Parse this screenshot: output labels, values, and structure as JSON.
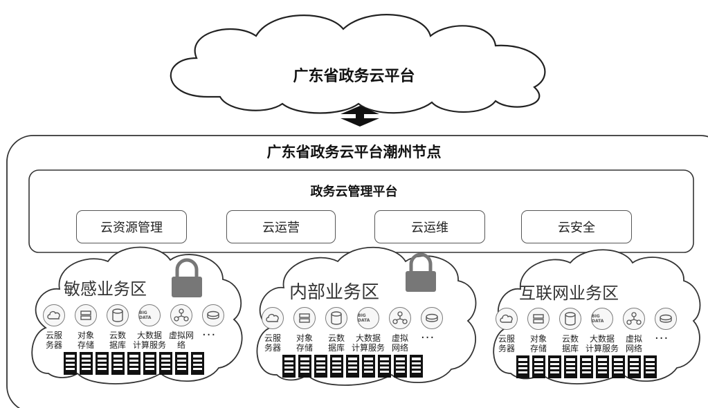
{
  "top_cloud": {
    "title": "广东省政务云平台"
  },
  "node": {
    "title": "广东省政务云平台潮州节点"
  },
  "management": {
    "title": "政务云管理平台",
    "services": [
      "云资源管理",
      "云运营",
      "云运维",
      "云安全"
    ]
  },
  "zones": [
    {
      "name": "敏感业务区",
      "locked": true,
      "services": [
        "云服\n务器",
        "对象\n存储",
        "云数\n据库",
        "大数据\n计算服务",
        "虚拟网\n络"
      ],
      "more": "···"
    },
    {
      "name": "内部业务区",
      "locked": true,
      "services": [
        "云服\n务器",
        "对象\n存储",
        "云数\n据库",
        "大数据\n计算服务",
        "虚拟\n网络"
      ],
      "more": "···"
    },
    {
      "name": "互联网业务区",
      "locked": false,
      "services": [
        "云服\n务器",
        "对象\n存储",
        "云数\n据库",
        "大数据\n计算服务",
        "虚拟\n网络"
      ],
      "more": "···"
    }
  ],
  "icon_names": [
    "server-cloud-icon",
    "object-storage-icon",
    "database-icon",
    "big-data-icon",
    "network-icon",
    "disk-icon"
  ],
  "big_data_badge": "BIG DATA"
}
